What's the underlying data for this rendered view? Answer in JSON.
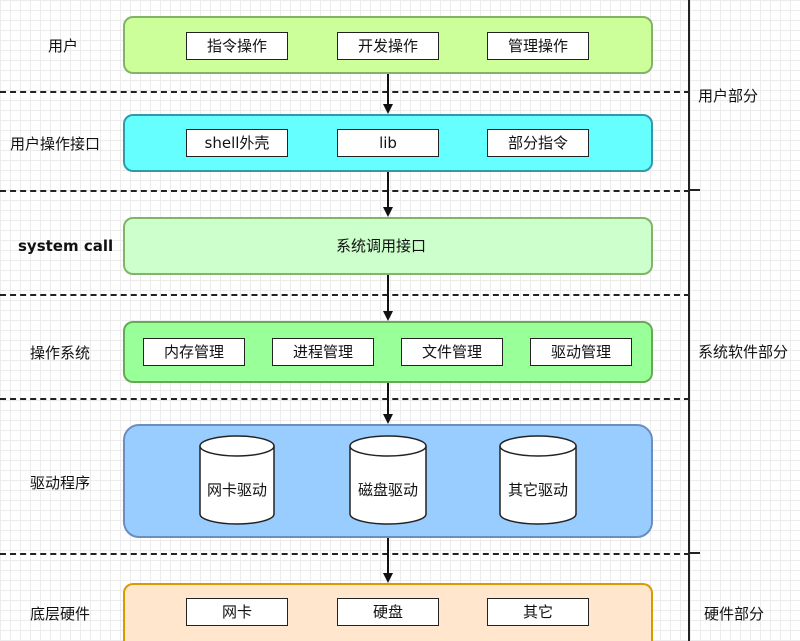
{
  "rows": [
    {
      "label": "用户",
      "items": [
        "指令操作",
        "开发操作",
        "管理操作"
      ]
    },
    {
      "label": "用户操作接口",
      "items": [
        "shell外壳",
        "lib",
        "部分指令"
      ]
    },
    {
      "label": "system call",
      "center": "系统调用接口"
    },
    {
      "label": "操作系统",
      "items": [
        "内存管理",
        "进程管理",
        "文件管理",
        "驱动管理"
      ]
    },
    {
      "label": "驱动程序",
      "cylinders": [
        "网卡驱动",
        "磁盘驱动",
        "其它驱动"
      ]
    },
    {
      "label": "底层硬件",
      "items": [
        "网卡",
        "硬盘",
        "其它"
      ]
    }
  ],
  "sections": {
    "user": "用户部分",
    "system": "系统软件部分",
    "hardware": "硬件部分"
  },
  "colors": {
    "user_fill": "#ccff99",
    "user_border": "#82b366",
    "interface_fill": "#66ffff",
    "interface_border": "#3399aa",
    "syscall_fill": "#ccffcc",
    "syscall_border": "#82b366",
    "os_fill": "#99ff99",
    "os_border": "#66aa55",
    "driver_fill": "#99ccff",
    "driver_border": "#6c8ebf",
    "hardware_fill": "#ffe6cc",
    "hardware_border": "#d79b00"
  }
}
